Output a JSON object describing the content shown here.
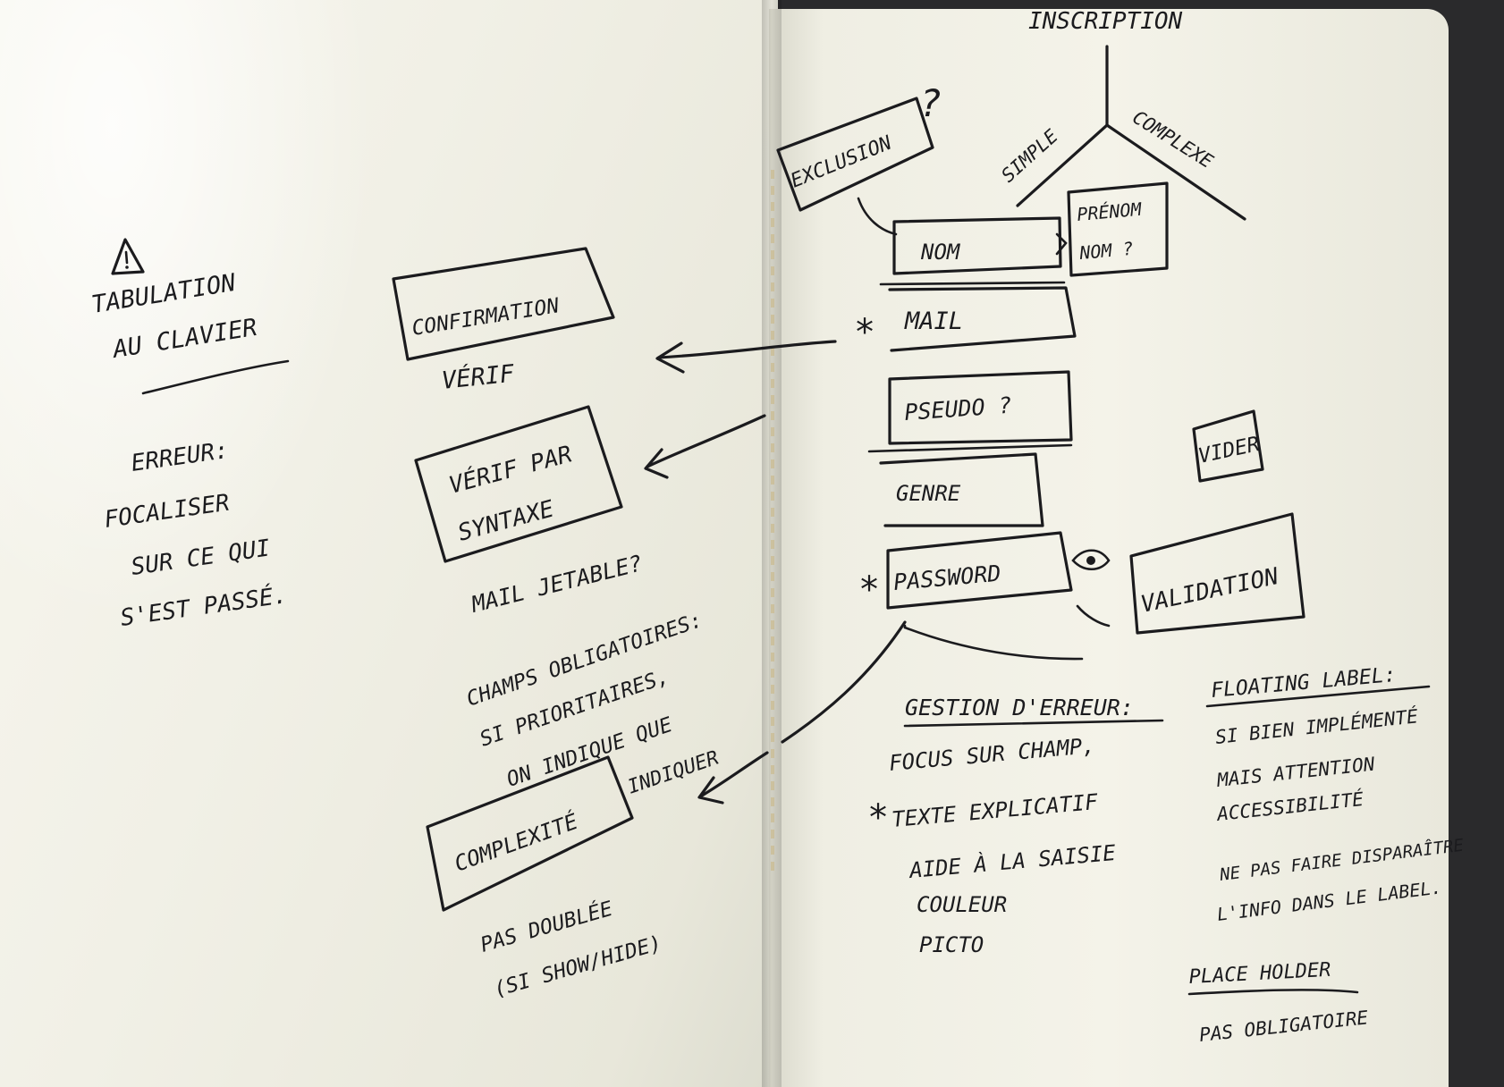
{
  "left_page": {
    "warning_icon": "warning-triangle-icon",
    "tabulation": [
      "TABULATION",
      "AU CLAVIER"
    ],
    "erreur": [
      "ERREUR:",
      "FOCALISER",
      "SUR CE QUI",
      "S'EST PASSÉ."
    ],
    "confirmation_box": "CONFIRMATION",
    "verif": "VÉRIF",
    "verif_syntaxe_box": [
      "VÉRIF PAR",
      "SYNTAXE"
    ],
    "mail_jetable": "MAIL JETABLE?",
    "champs": [
      "CHAMPS OBLIGATOIRES:",
      "SI PRIORITAIRES,",
      "ON INDIQUE QUE"
    ],
    "indiquer": "INDIQUER",
    "complexite_box": "COMPLEXITÉ",
    "pas_doublee": [
      "PAS DOUBLÉE",
      "(SI SHOW/HIDE)"
    ]
  },
  "right_page": {
    "inscription": "INSCRIPTION",
    "simple": "SIMPLE",
    "complexe": "COMPLEXE",
    "exclusion_box": "EXCLUSION",
    "question_mark": "?",
    "prenom_nom_box": [
      "PRÉNOM",
      "NOM ?"
    ],
    "fields": {
      "nom": "NOM",
      "mail": "MAIL",
      "pseudo": "PSEUDO ?",
      "genre": "GENRE",
      "password": "PASSWORD"
    },
    "asterisk": "*",
    "eye_icon": "eye-icon",
    "vider_box": "VIDER",
    "validation_box": "VALIDATION",
    "gestion": {
      "title": "GESTION D'ERREUR:",
      "items": [
        "FOCUS SUR CHAMP,",
        "TEXTE EXPLICATIF",
        "AIDE À LA SAISIE",
        "COULEUR",
        "PICTO"
      ]
    },
    "floating": {
      "title": "FLOATING LABEL:",
      "lines": [
        "SI BIEN IMPLÉMENTÉ",
        "MAIS ATTENTION",
        "ACCESSIBILITÉ",
        "NE PAS FAIRE DISPARAÎTRE",
        "L'INFO DANS LE LABEL."
      ]
    },
    "placeholder": {
      "title": "PLACE HOLDER",
      "sub": "PAS OBLIGATOIRE"
    }
  }
}
